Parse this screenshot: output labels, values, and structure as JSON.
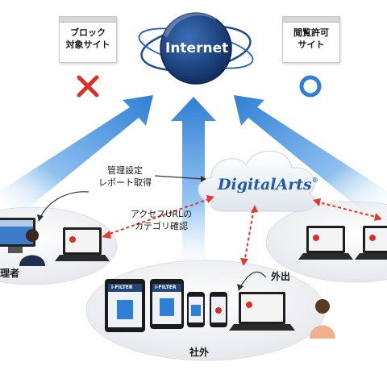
{
  "internet": {
    "label": "Internet"
  },
  "block_site": {
    "line1": "ブロック",
    "line2": "対象サイト"
  },
  "allow_site": {
    "line1": "閲覧許可",
    "line2": "サイト"
  },
  "admin_note": {
    "line1": "管理設定",
    "line2": "レポート取得"
  },
  "access_note": {
    "line1": "アクセスURLの",
    "line2": "カテゴリ確認"
  },
  "brand": {
    "logo_text": "DigitalArts",
    "mark": "®"
  },
  "admin_label": "理者",
  "outside_label": "社外",
  "remote_label": "外出",
  "device_label": "i-FILTER",
  "colors": {
    "arrow_blue": "#2f7fd6",
    "red_dashed": "#e53a2a",
    "cross_red": "#d9302a",
    "ring_blue": "#2f7fd6",
    "logo_blue": "#1f5aa8"
  }
}
